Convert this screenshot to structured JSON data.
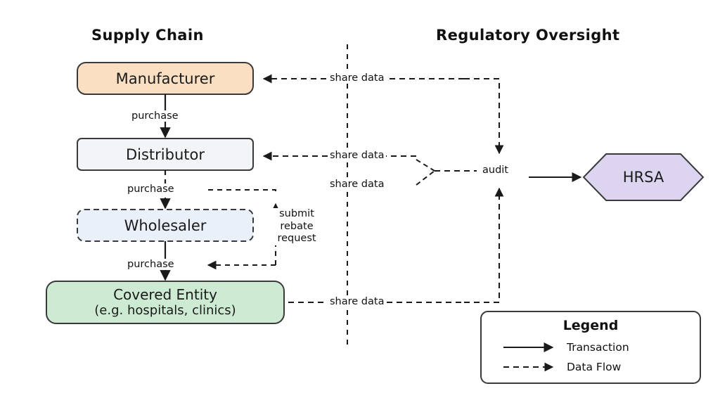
{
  "headers": {
    "left": "Supply Chain",
    "right": "Regulatory Oversight"
  },
  "colors": {
    "manufacturer_fill": "#FBDFC3",
    "distributor_fill": "#F2F4F8",
    "wholesaler_fill": "#EAF0FA",
    "covered_entity_fill": "#CDEBD2",
    "hrsa_fill": "#DDD5F0",
    "stroke": "#3A3A3A",
    "text": "#1A1A1A",
    "background": "#FFFFFF"
  },
  "nodes": {
    "manufacturer": {
      "label": "Manufacturer"
    },
    "distributor": {
      "label": "Distributor"
    },
    "wholesaler": {
      "label": "Wholesaler"
    },
    "covered_entity": {
      "label_line1": "Covered Entity",
      "label_line2": "(e.g. hospitals, clinics)"
    },
    "hrsa": {
      "label": "HRSA"
    }
  },
  "edges": {
    "mfr_to_dist": "purchase",
    "dist_to_whs": "purchase",
    "whs_to_ce": "purchase",
    "rebate": "submit\nrebate\nrequest",
    "rebate_l1": "submit",
    "rebate_l2": "rebate",
    "rebate_l3": "request",
    "share_mfr": "share data",
    "share_dist": "share data",
    "share_whs": "share data",
    "share_ce": "share data",
    "audit": "audit"
  },
  "legend": {
    "title": "Legend",
    "items": [
      {
        "style": "solid",
        "label": "Transaction"
      },
      {
        "style": "dashed",
        "label": "Data Flow"
      }
    ]
  }
}
